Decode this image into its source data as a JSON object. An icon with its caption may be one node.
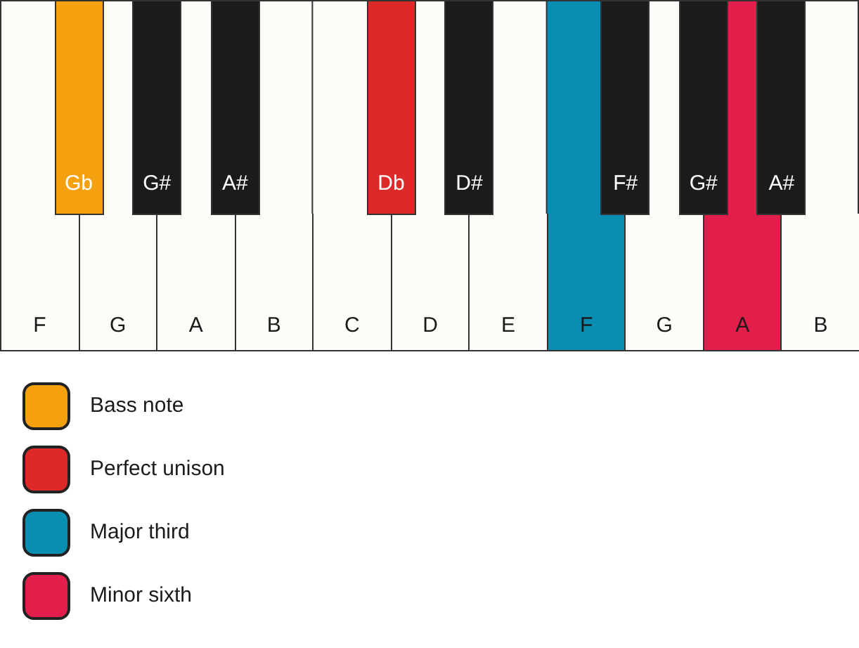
{
  "diagram": {
    "nodes": [
      {
        "text": [
          "Gb"
        ]
      },
      {
        "text": [
          "G#"
        ]
      },
      {
        "text": [
          "A#"
        ]
      },
      {
        "text": [
          "Db"
        ]
      },
      {
        "text": [
          "D#"
        ]
      },
      {
        "text": [
          "F#"
        ]
      },
      {
        "text": [
          "G#"
        ]
      },
      {
        "text": [
          "A#"
        ]
      },
      {
        "text": [
          "F"
        ]
      },
      {
        "text": [
          "G"
        ]
      },
      {
        "text": [
          "A"
        ]
      },
      {
        "text": [
          "B"
        ]
      },
      {
        "text": [
          "C"
        ]
      },
      {
        "text": [
          "D"
        ]
      },
      {
        "text": [
          "E"
        ]
      },
      {
        "text": [
          "F"
        ]
      },
      {
        "text": [
          "G"
        ]
      },
      {
        "text": [
          "A"
        ]
      },
      {
        "text": [
          "B"
        ]
      }
    ],
    "legend": [
      {
        "text": "Bass note",
        "color": "#f4a00f"
      },
      {
        "text": "Perfect unison",
        "color": "#dd2a28"
      },
      {
        "text": "Major third",
        "color": "#0a8db3"
      },
      {
        "text": "Minor sixth",
        "color": "#e21f4b"
      }
    ]
  }
}
